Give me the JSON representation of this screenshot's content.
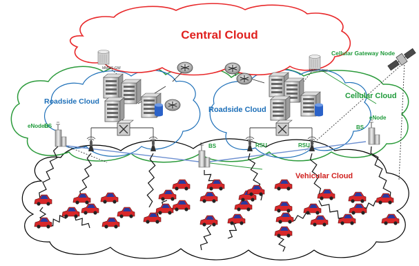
{
  "labels": {
    "central_cloud": "Central Cloud",
    "cellular_gateway_node": "Cellular Gateway Node",
    "cellular_cloud": "Cellular Cloud",
    "roadside_cloud_left": "Roadside Cloud",
    "roadside_cloud_right": "Roadside Cloud",
    "vehicular_cloud": "Vehicular Cloud",
    "enodeb_left": "eNodeB",
    "bs_left": "BS",
    "bs_center": "BS",
    "rsu_left": "RSU",
    "rsu_right": "RSU",
    "bs_right": "BS",
    "enode_right": "eNode",
    "mme_sgw_left": "MME/S-GW",
    "mme_sgw_right": "MME/S-GW"
  },
  "colors": {
    "central_cloud_outline": "#e8282a",
    "central_cloud_title": "#e0201e",
    "roadside_cloud_outline": "#2a9a3a",
    "roadside_label": "#1d6fb8",
    "cellular_label": "#1e9a3a",
    "vehicular_label": "#d0201e",
    "car_body": "#d8282a",
    "car_roof": "#2a3aa0"
  },
  "icons": [
    "cloud-shape",
    "server-icon",
    "router-icon",
    "switch-icon",
    "antenna-icon",
    "base-station-icon",
    "satellite-icon",
    "car-icon",
    "wireless-link-icon"
  ]
}
